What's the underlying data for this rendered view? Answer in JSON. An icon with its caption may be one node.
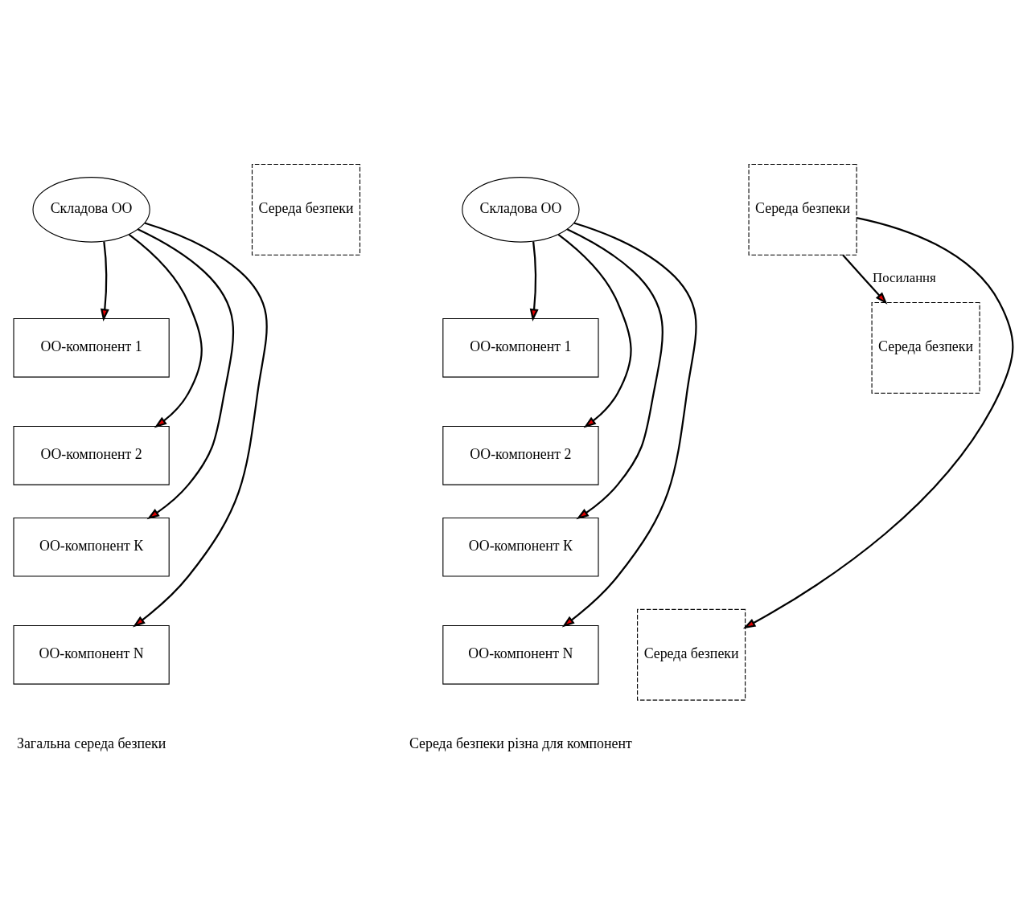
{
  "diagram": {
    "nodes": [
      {
        "text": [
          "Складова ОО"
        ]
      },
      {
        "text": [
          "Середа безпеки"
        ]
      },
      {
        "text": [
          "ОО-компонент 1"
        ]
      },
      {
        "text": [
          "ОО-компонент 2"
        ]
      },
      {
        "text": [
          "ОО-компонент К"
        ]
      },
      {
        "text": [
          "ОО-компонент N"
        ]
      },
      {
        "text": [
          "Складова ОО"
        ]
      },
      {
        "text": [
          "Середа безпеки"
        ]
      },
      {
        "text": [
          "ОО-компонент 1"
        ]
      },
      {
        "text": [
          "ОО-компонент 2"
        ]
      },
      {
        "text": [
          "ОО-компонент К"
        ]
      },
      {
        "text": [
          "ОО-компонент N"
        ]
      },
      {
        "text": [
          "Середа безпеки"
        ]
      },
      {
        "text": [
          "Середа безпеки"
        ]
      }
    ],
    "edges": [
      {
        "from": 0,
        "to": 2,
        "arrow": "to"
      },
      {
        "from": 0,
        "to": 3,
        "arrow": "to"
      },
      {
        "from": 0,
        "to": 4,
        "arrow": "to"
      },
      {
        "from": 0,
        "to": 5,
        "arrow": "to"
      },
      {
        "from": 6,
        "to": 8,
        "arrow": "to"
      },
      {
        "from": 6,
        "to": 9,
        "arrow": "to"
      },
      {
        "from": 6,
        "to": 10,
        "arrow": "to"
      },
      {
        "from": 6,
        "to": 11,
        "arrow": "to"
      },
      {
        "from": 7,
        "to": 12,
        "label": "Посилання",
        "arrow": "to"
      },
      {
        "from": 7,
        "to": 13,
        "arrow": "to"
      }
    ],
    "labels": [
      "Загальна середа безпеки",
      "Середа безпеки різна для компонент"
    ]
  }
}
